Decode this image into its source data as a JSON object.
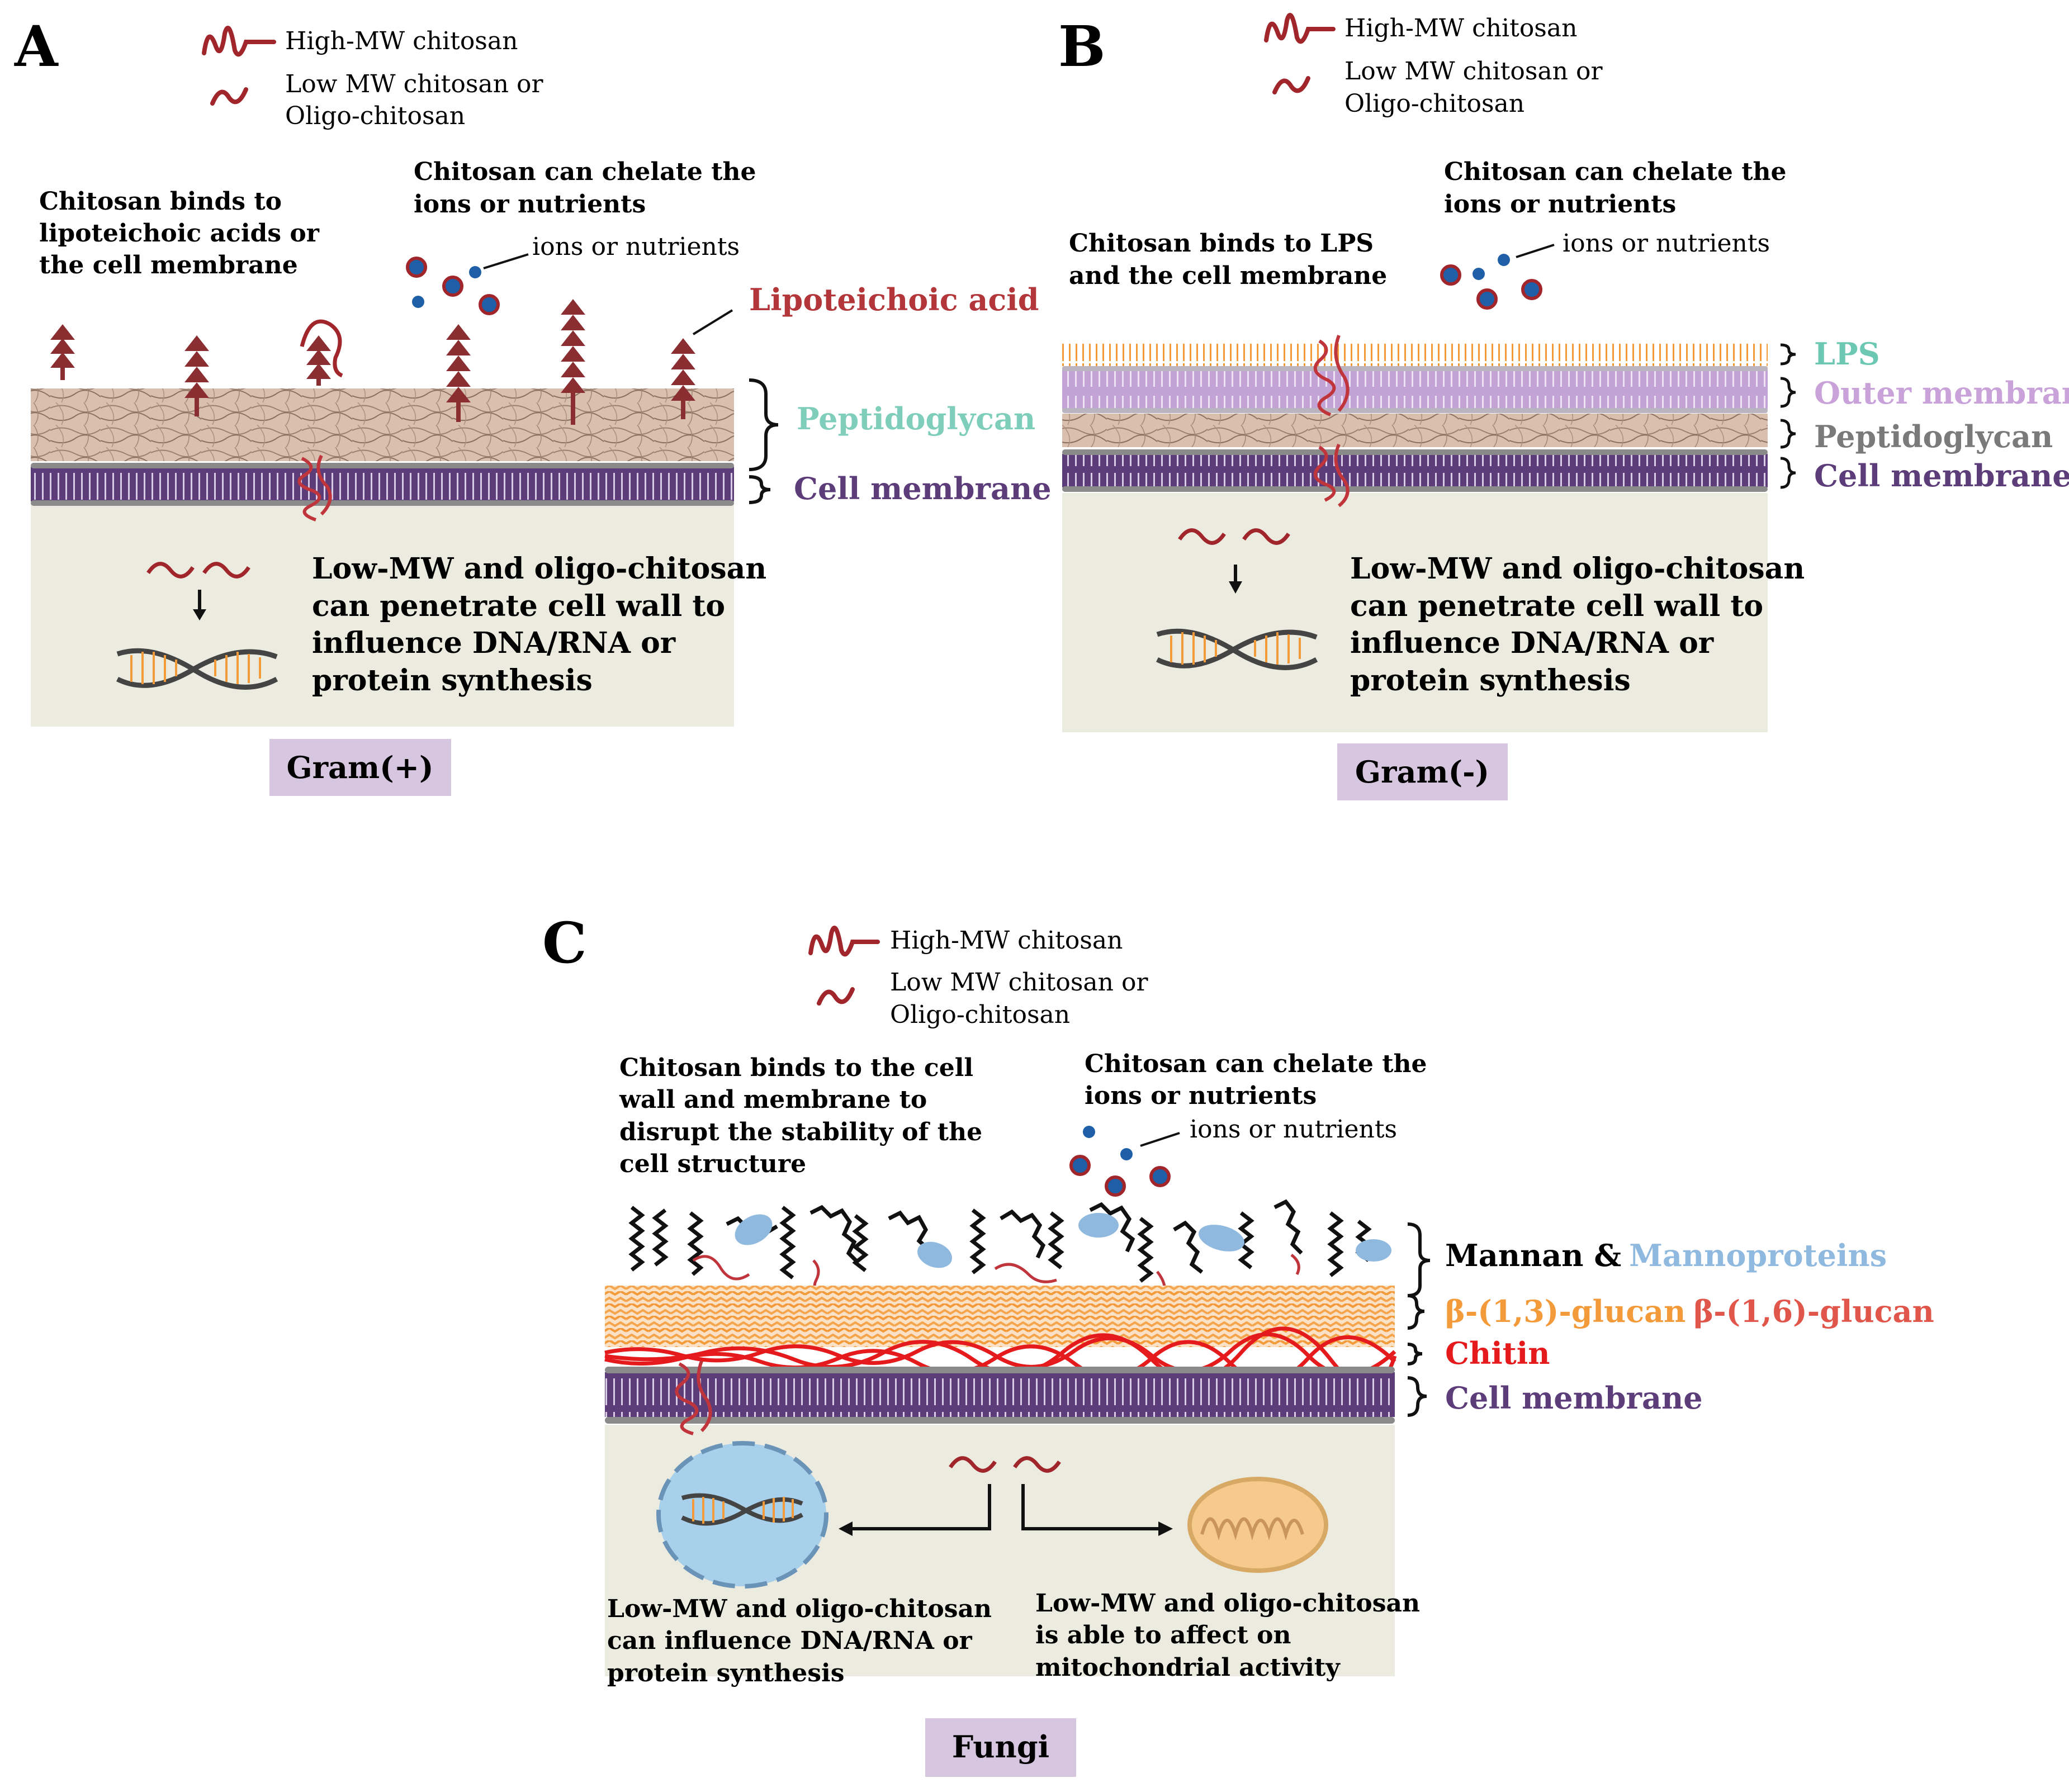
{
  "panel_a": {
    "letter": "A",
    "legend_high": "High-MW chitosan",
    "legend_low": [
      "Low MW chitosan or",
      "Oligo-chitosan"
    ],
    "binds": [
      "Chitosan binds to",
      "lipoteichoic acids or",
      "the cell membrane"
    ],
    "chelate": [
      "Chitosan can chelate the",
      "ions or nutrients"
    ],
    "ions": "ions or nutrients",
    "lta": "Lipoteichoic acid",
    "peptidoglycan": "Peptidoglycan",
    "membrane": "Cell membrane",
    "penetrate": [
      "Low-MW and oligo-chitosan",
      "can penetrate cell wall to",
      "influence DNA/RNA or",
      "protein synthesis"
    ],
    "badge": "Gram(+)"
  },
  "panel_b": {
    "letter": "B",
    "legend_high": "High-MW chitosan",
    "legend_low": [
      "Low MW chitosan or",
      "Oligo-chitosan"
    ],
    "binds": [
      "Chitosan binds to LPS",
      "and the cell membrane"
    ],
    "chelate": [
      "Chitosan can chelate the",
      "ions or nutrients"
    ],
    "ions": "ions or nutrients",
    "lps": "LPS",
    "outer": "Outer membrane",
    "peptidoglycan": "Peptidoglycan",
    "membrane": "Cell membrane",
    "penetrate": [
      "Low-MW and oligo-chitosan",
      "can penetrate cell wall to",
      "influence DNA/RNA or",
      "protein synthesis"
    ],
    "badge": "Gram(-)"
  },
  "panel_c": {
    "letter": "C",
    "legend_high": "High-MW chitosan",
    "legend_low": [
      "Low MW chitosan or",
      "Oligo-chitosan"
    ],
    "binds": [
      "Chitosan binds to the cell",
      "wall and membrane to",
      "disrupt the stability of the",
      "cell structure"
    ],
    "chelate": [
      "Chitosan can chelate the",
      "ions or nutrients"
    ],
    "ions": "ions or nutrients",
    "mannan": "Mannan &",
    "mannoproteins": "Mannoproteins",
    "glucan13": "β-(1,3)-glucan",
    "glucan16": "β-(1,6)-glucan",
    "chitin": "Chitin",
    "membrane": "Cell membrane",
    "dna_text": [
      "Low-MW and oligo-chitosan",
      "can influence DNA/RNA or",
      "protein synthesis"
    ],
    "mito_text": [
      "Low-MW and oligo-chitosan",
      "is able to affect on",
      "mitochondrial activity"
    ],
    "badge": "Fungi"
  },
  "colors": {
    "chitosan": "#a0262c",
    "peptidoglycan_label": "#7fcdbb",
    "lps_label": "#6cc7b3",
    "outer_label": "#c8a2d8",
    "membrane": "#5c3d7a",
    "lta_label": "#b3363a",
    "glucan13": "#f39a3b",
    "glucan16": "#e0564a",
    "chitin": "#e41a1c",
    "mannoprotein": "#8fb9df",
    "badge_bg": "#d7c6e0",
    "cytoplasm": "#ecebdf"
  }
}
